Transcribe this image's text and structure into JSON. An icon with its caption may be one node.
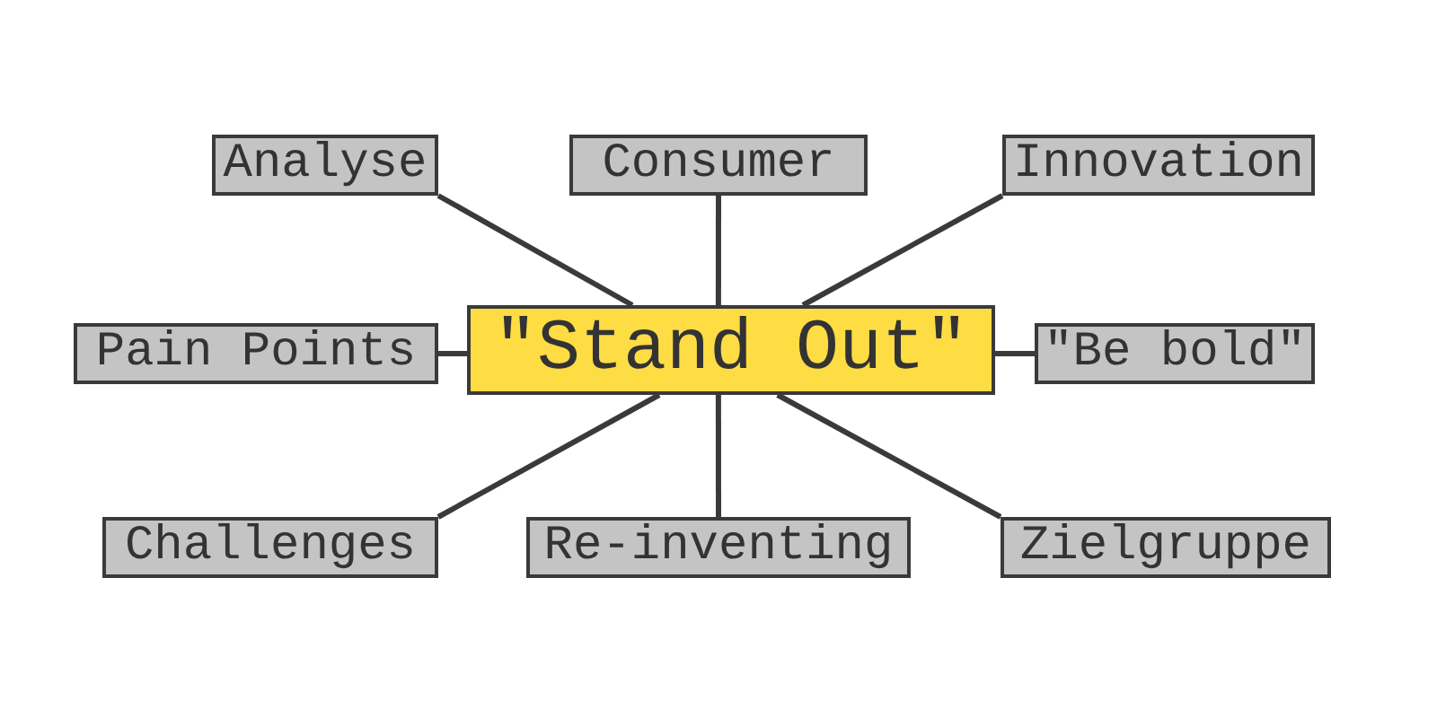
{
  "diagram": {
    "nodes": [
      {
        "text": [
          "Analyse"
        ]
      },
      {
        "text": [
          "Consumer"
        ]
      },
      {
        "text": [
          "Innovation"
        ]
      },
      {
        "text": [
          "Pain Points"
        ]
      },
      {
        "text": [
          "\"Stand Out\""
        ]
      },
      {
        "text": [
          "\"Be bold\""
        ]
      },
      {
        "text": [
          "Challenges"
        ]
      },
      {
        "text": [
          "Re-inventing"
        ]
      },
      {
        "text": [
          "Zielgruppe"
        ]
      }
    ],
    "edges": [
      {
        "from": 4,
        "to": 0,
        "arrow": "none"
      },
      {
        "from": 4,
        "to": 1,
        "arrow": "none"
      },
      {
        "from": 4,
        "to": 2,
        "arrow": "none"
      },
      {
        "from": 4,
        "to": 3,
        "arrow": "none"
      },
      {
        "from": 4,
        "to": 5,
        "arrow": "none"
      },
      {
        "from": 4,
        "to": 6,
        "arrow": "none"
      },
      {
        "from": 4,
        "to": 7,
        "arrow": "none"
      },
      {
        "from": 4,
        "to": 8,
        "arrow": "none"
      }
    ]
  }
}
